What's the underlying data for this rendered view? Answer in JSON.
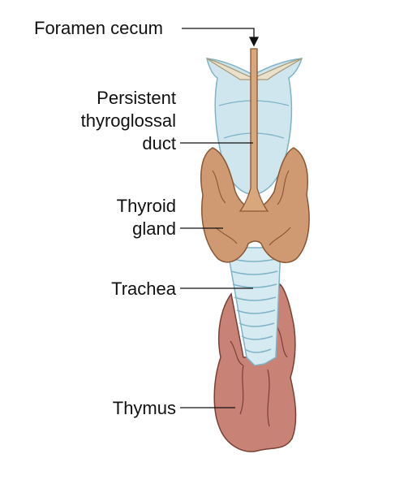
{
  "labels": {
    "foramen_cecum": "Foramen cecum",
    "duct_line1": "Persistent",
    "duct_line2": "thyroglossal",
    "duct_line3": "duct",
    "thyroid_line1": "Thyroid",
    "thyroid_line2": "gland",
    "trachea": "Trachea",
    "thymus": "Thymus"
  },
  "colors": {
    "cartilage": "#cfe6ee",
    "cartilage_edge": "#7fb3c6",
    "duct": "#d9a77c",
    "thyroid": "#cf9a72",
    "thymus": "#c98276",
    "leader": "#111111"
  }
}
